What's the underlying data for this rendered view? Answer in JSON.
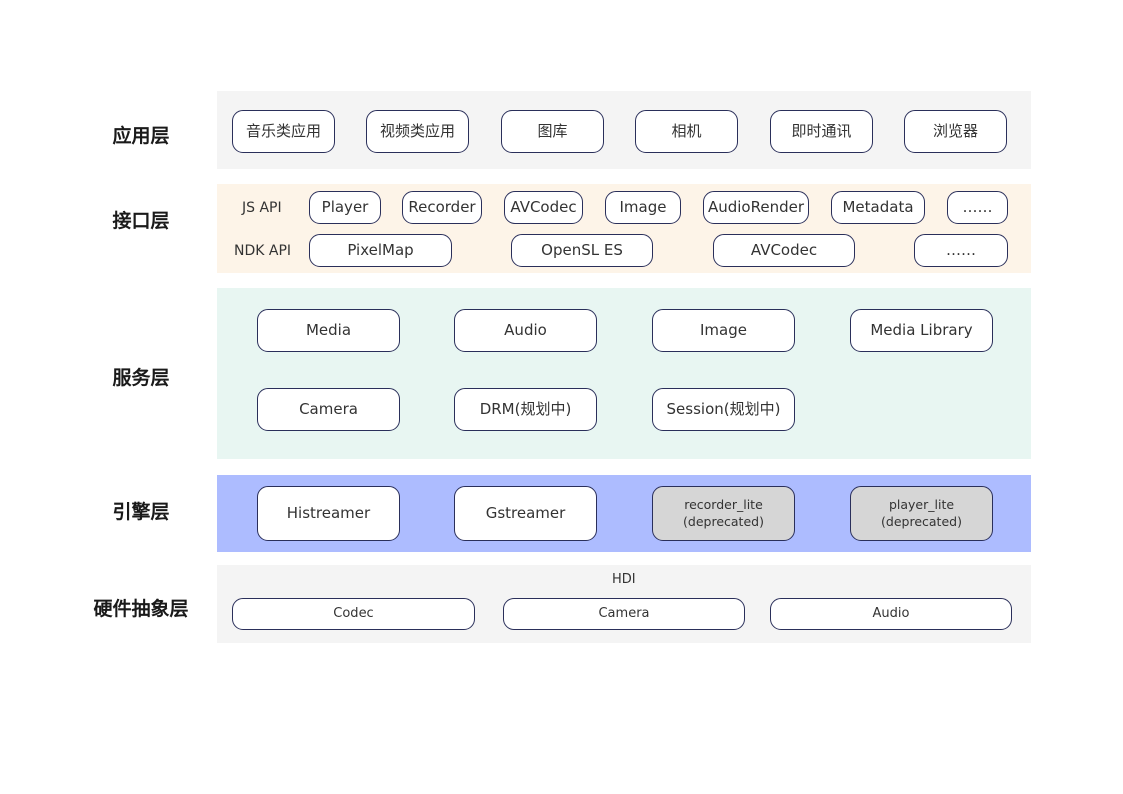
{
  "layers": {
    "app": {
      "label": "应用层",
      "items": [
        "音乐类应用",
        "视频类应用",
        "图库",
        "相机",
        "即时通讯",
        "浏览器"
      ]
    },
    "interface": {
      "label": "接口层",
      "js_api_label": "JS API",
      "js_items": [
        "Player",
        "Recorder",
        "AVCodec",
        "Image",
        "AudioRender",
        "Metadata",
        "……"
      ],
      "ndk_api_label": "NDK API",
      "ndk_items": [
        "PixelMap",
        "OpenSL ES",
        "AVCodec",
        "……"
      ]
    },
    "service": {
      "label": "服务层",
      "items": [
        "Media",
        "Audio",
        "Image",
        "Media Library",
        "Camera",
        "DRM(规划中)",
        "Session(规划中)"
      ]
    },
    "engine": {
      "label": "引擎层",
      "items": [
        "Histreamer",
        "Gstreamer"
      ],
      "deprecated_items": [
        {
          "name": "recorder_lite",
          "note": "(deprecated)"
        },
        {
          "name": "player_lite",
          "note": "(deprecated)"
        }
      ]
    },
    "hardware": {
      "label": "硬件抽象层",
      "hdi_label": "HDI",
      "items": [
        "Codec",
        "Camera",
        "Audio"
      ]
    }
  },
  "colors": {
    "app_band": "#f4f4f4",
    "interface_band": "#fdf4e8",
    "service_band": "#e8f6f2",
    "engine_band": "#adbcff",
    "hardware_band": "#f4f4f4",
    "box_border": "#2a2f5a",
    "deprecated_fill": "#d6d6d6"
  }
}
